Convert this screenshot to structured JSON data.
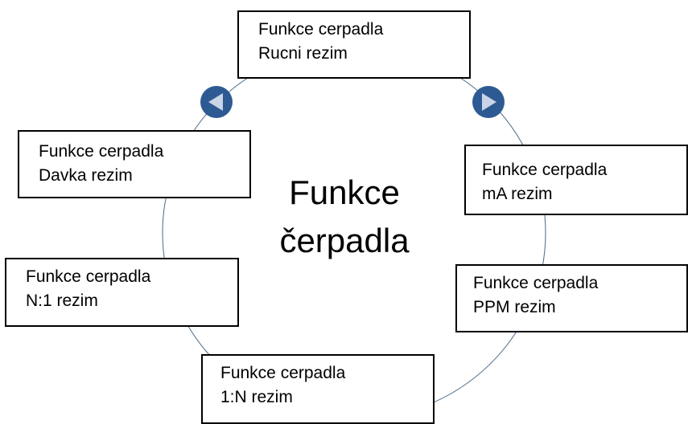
{
  "center": {
    "line1": "Funkce",
    "line2": "čerpadla"
  },
  "modes": [
    {
      "line1": "Funkce cerpadla",
      "line2": "Rucni rezim"
    },
    {
      "line1": "Funkce cerpadla",
      "line2": "mA rezim"
    },
    {
      "line1": "Funkce cerpadla",
      "line2": "PPM rezim"
    },
    {
      "line1": "Funkce cerpadla",
      "line2": "1:N rezim"
    },
    {
      "line1": "Funkce cerpadla",
      "line2": "N:1 rezim"
    },
    {
      "line1": "Funkce cerpadla",
      "line2": "Davka rezim"
    }
  ],
  "nav": {
    "prev_icon": "triangle-left-icon",
    "next_icon": "triangle-right-icon"
  },
  "colors": {
    "ring_line": "#4a6a86",
    "button_fill": "#2e5a93",
    "button_arrow": "#c9d4e6"
  }
}
